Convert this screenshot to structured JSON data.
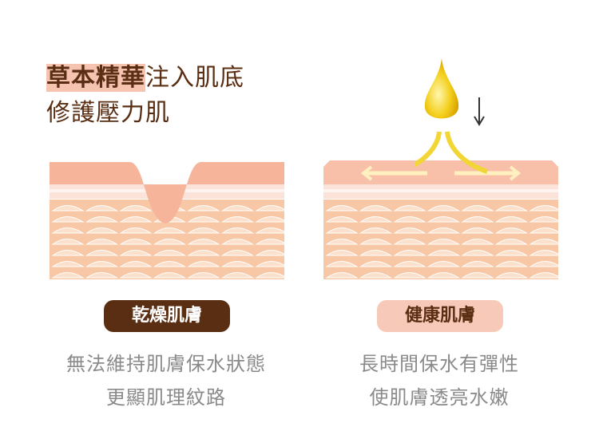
{
  "headline": {
    "highlight": "草本精華",
    "rest": "注入肌底",
    "line2": "修護壓力肌"
  },
  "left": {
    "label": "乾燥肌膚",
    "desc1": "無法維持肌膚保水狀態",
    "desc2": "更顯肌理紋路"
  },
  "right": {
    "label": "健康肌膚",
    "desc1": "長時間保水有彈性",
    "desc2": "使肌膚透亮水嫩"
  },
  "colors": {
    "brown": "#5a2e12",
    "highlight": "#f6c3b1",
    "skin": "#f8c0a8",
    "cells": "#f5c09c"
  }
}
